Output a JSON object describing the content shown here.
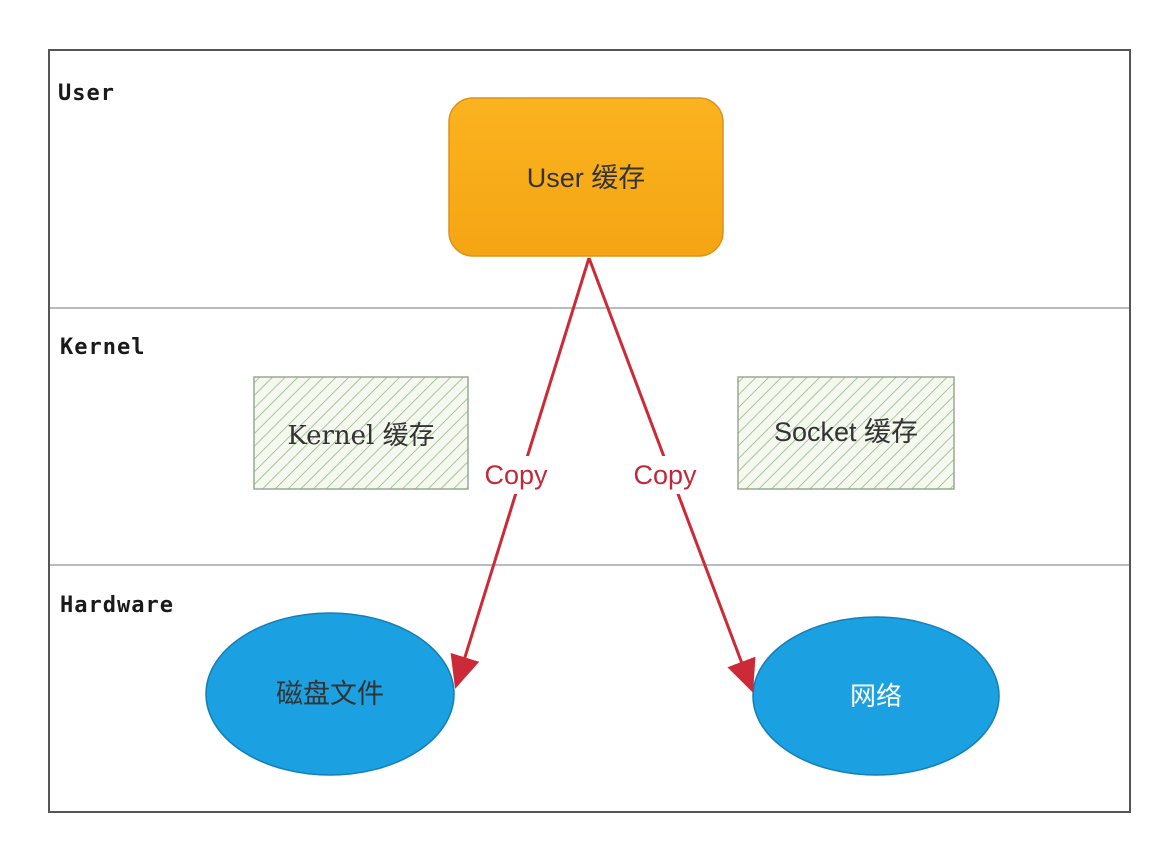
{
  "layers": {
    "user": "User",
    "kernel": "Kernel",
    "hardware": "Hardware"
  },
  "nodes": {
    "user_cache": "User 缓存",
    "kernel_cache": "Kernel 缓存",
    "socket_cache": "Socket 缓存",
    "disk_file": "磁盘文件",
    "network": "网络"
  },
  "edges": {
    "copy_left": "Copy",
    "copy_right": "Copy"
  },
  "colors": {
    "user_cache_fill": "#fbb31f",
    "hardware_fill": "#1ba0e2",
    "arrow": "#cc2a36",
    "hatch_stroke": "#8ab080",
    "hatch_bg": "#f4f8ef",
    "frame": "#555555",
    "divider": "#bbbbbb"
  }
}
